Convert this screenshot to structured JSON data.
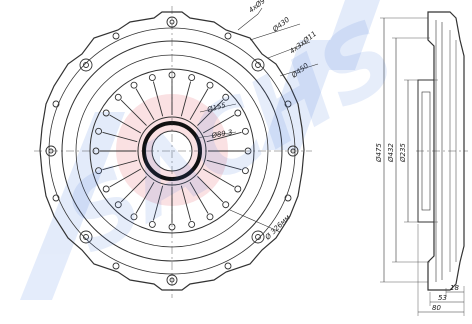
{
  "drawing": {
    "front_view": {
      "dim_labels": [
        "4xØ9",
        "Ø430",
        "4x3xØ11",
        "Ø450",
        "Ø155",
        "Ø89.3",
        "Ø 326мм"
      ]
    },
    "side_view": {
      "vertical_dims": [
        "Ø475",
        "Ø432",
        "Ø235"
      ],
      "horizontal_dims": [
        "18",
        "53",
        "80"
      ]
    },
    "watermark": {
      "text": "SACHS",
      "colors": {
        "blue": "#3b6fd8",
        "red": "#e05050"
      }
    }
  }
}
